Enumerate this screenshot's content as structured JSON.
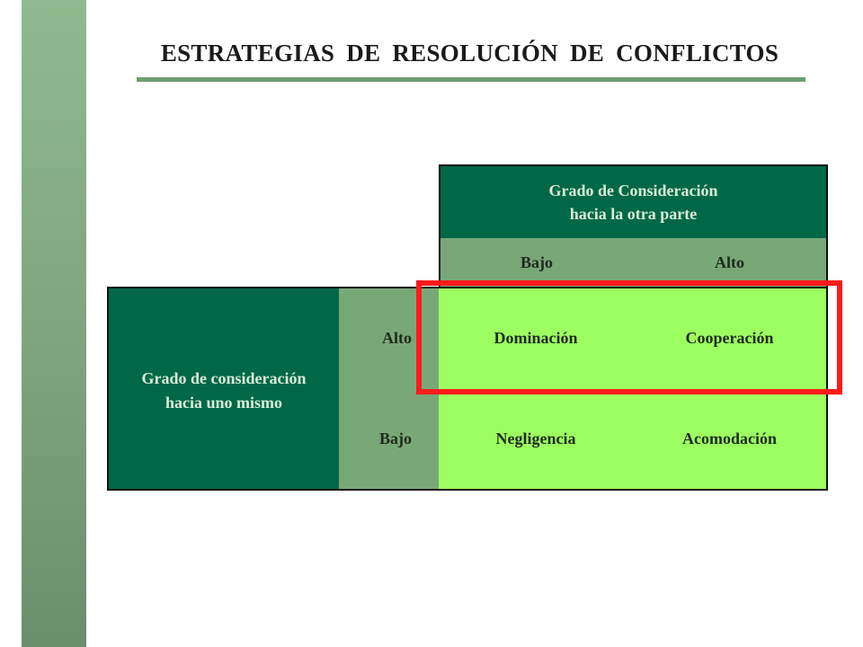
{
  "title": "ESTRATEGIAS  DE  RESOLUCIÓN  DE  CONFLICTOS",
  "colors": {
    "sidebar": "#8fba8f",
    "header_dark": "#006847",
    "mid_green": "#78a878",
    "cell_green": "#9cfe61",
    "highlight": "#ff1a1a"
  },
  "matrix": {
    "col_header": {
      "line1": "Grado de Consideración",
      "line2": "hacia la otra parte"
    },
    "col_levels": [
      "Bajo",
      "Alto"
    ],
    "row_header": {
      "line1": "Grado de consideración",
      "line2": "hacia uno mismo"
    },
    "row_levels": [
      "Alto",
      "Bajo"
    ],
    "cells": [
      [
        "Dominación",
        "Cooperación"
      ],
      [
        "Negligencia",
        "Acomodación"
      ]
    ]
  }
}
